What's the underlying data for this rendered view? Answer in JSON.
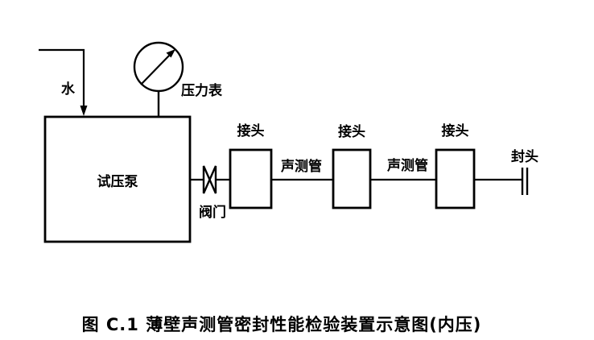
{
  "figure": {
    "caption": "图 C.1  薄壁声测管密封性能检验装置示意图(内压)",
    "colors": {
      "line": "#000000",
      "background": "#ffffff",
      "text": "#000000"
    },
    "components": {
      "water_inlet": {
        "label": "水"
      },
      "pressure_gauge": {
        "label": "压力表"
      },
      "test_pump": {
        "label": "试压泵"
      },
      "valve": {
        "label": "阀门"
      },
      "connectors": [
        {
          "label": "接头"
        },
        {
          "label": "接头"
        },
        {
          "label": "接头"
        }
      ],
      "acoustic_pipes": [
        {
          "label": "声测管"
        },
        {
          "label": "声测管"
        }
      ],
      "end_cap": {
        "label": "封头"
      }
    }
  }
}
